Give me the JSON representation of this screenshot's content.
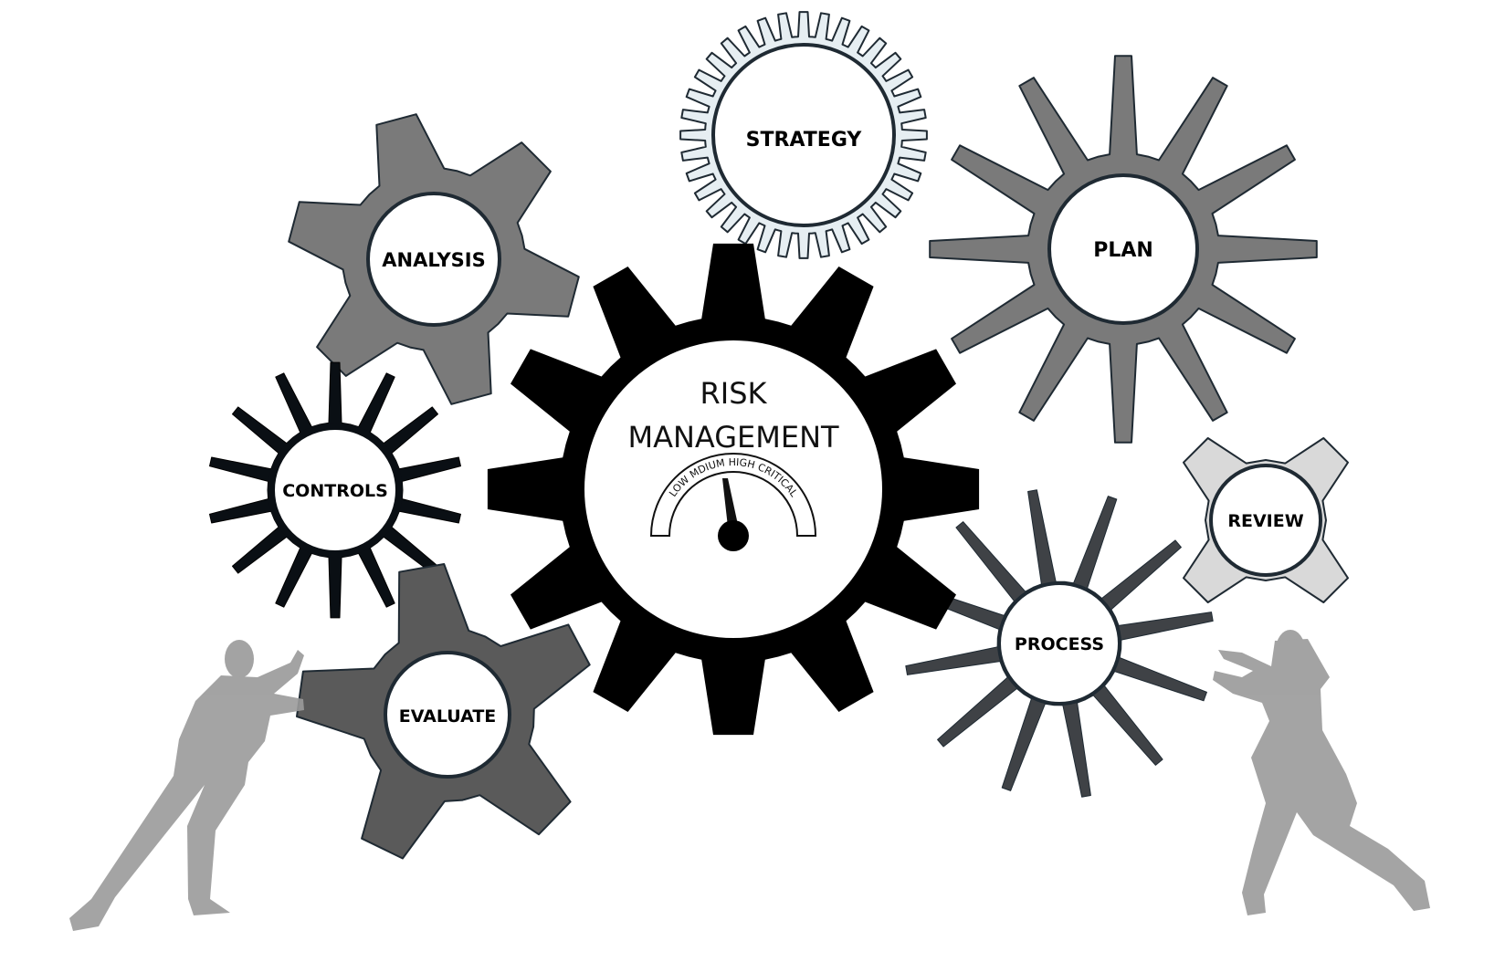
{
  "center": {
    "line1": "RISK",
    "line2": "MANAGEMENT",
    "gauge": {
      "scale_text": "LOW MDIUM HIGH CRITICAL"
    }
  },
  "gears": {
    "strategy": "STRATEGY",
    "analysis": "ANALYSIS",
    "plan": "PLAN",
    "controls": "CONTROLS",
    "evaluate": "EVALUATE",
    "process": "PROCESS",
    "review": "REVIEW"
  },
  "colors": {
    "center_gear": "#000000",
    "analysis_gear": "#7a7a7a",
    "plan_gear": "#7a7a7a",
    "evaluate_gear": "#5a5a5a",
    "process_gear": "#3f4246",
    "review_gear": "#d9d9d9",
    "strategy_gear": "#e6eef2",
    "controls_gear": "#0a0f14",
    "silhouette": "#9a9a9a",
    "outline": "#1f2a33"
  }
}
